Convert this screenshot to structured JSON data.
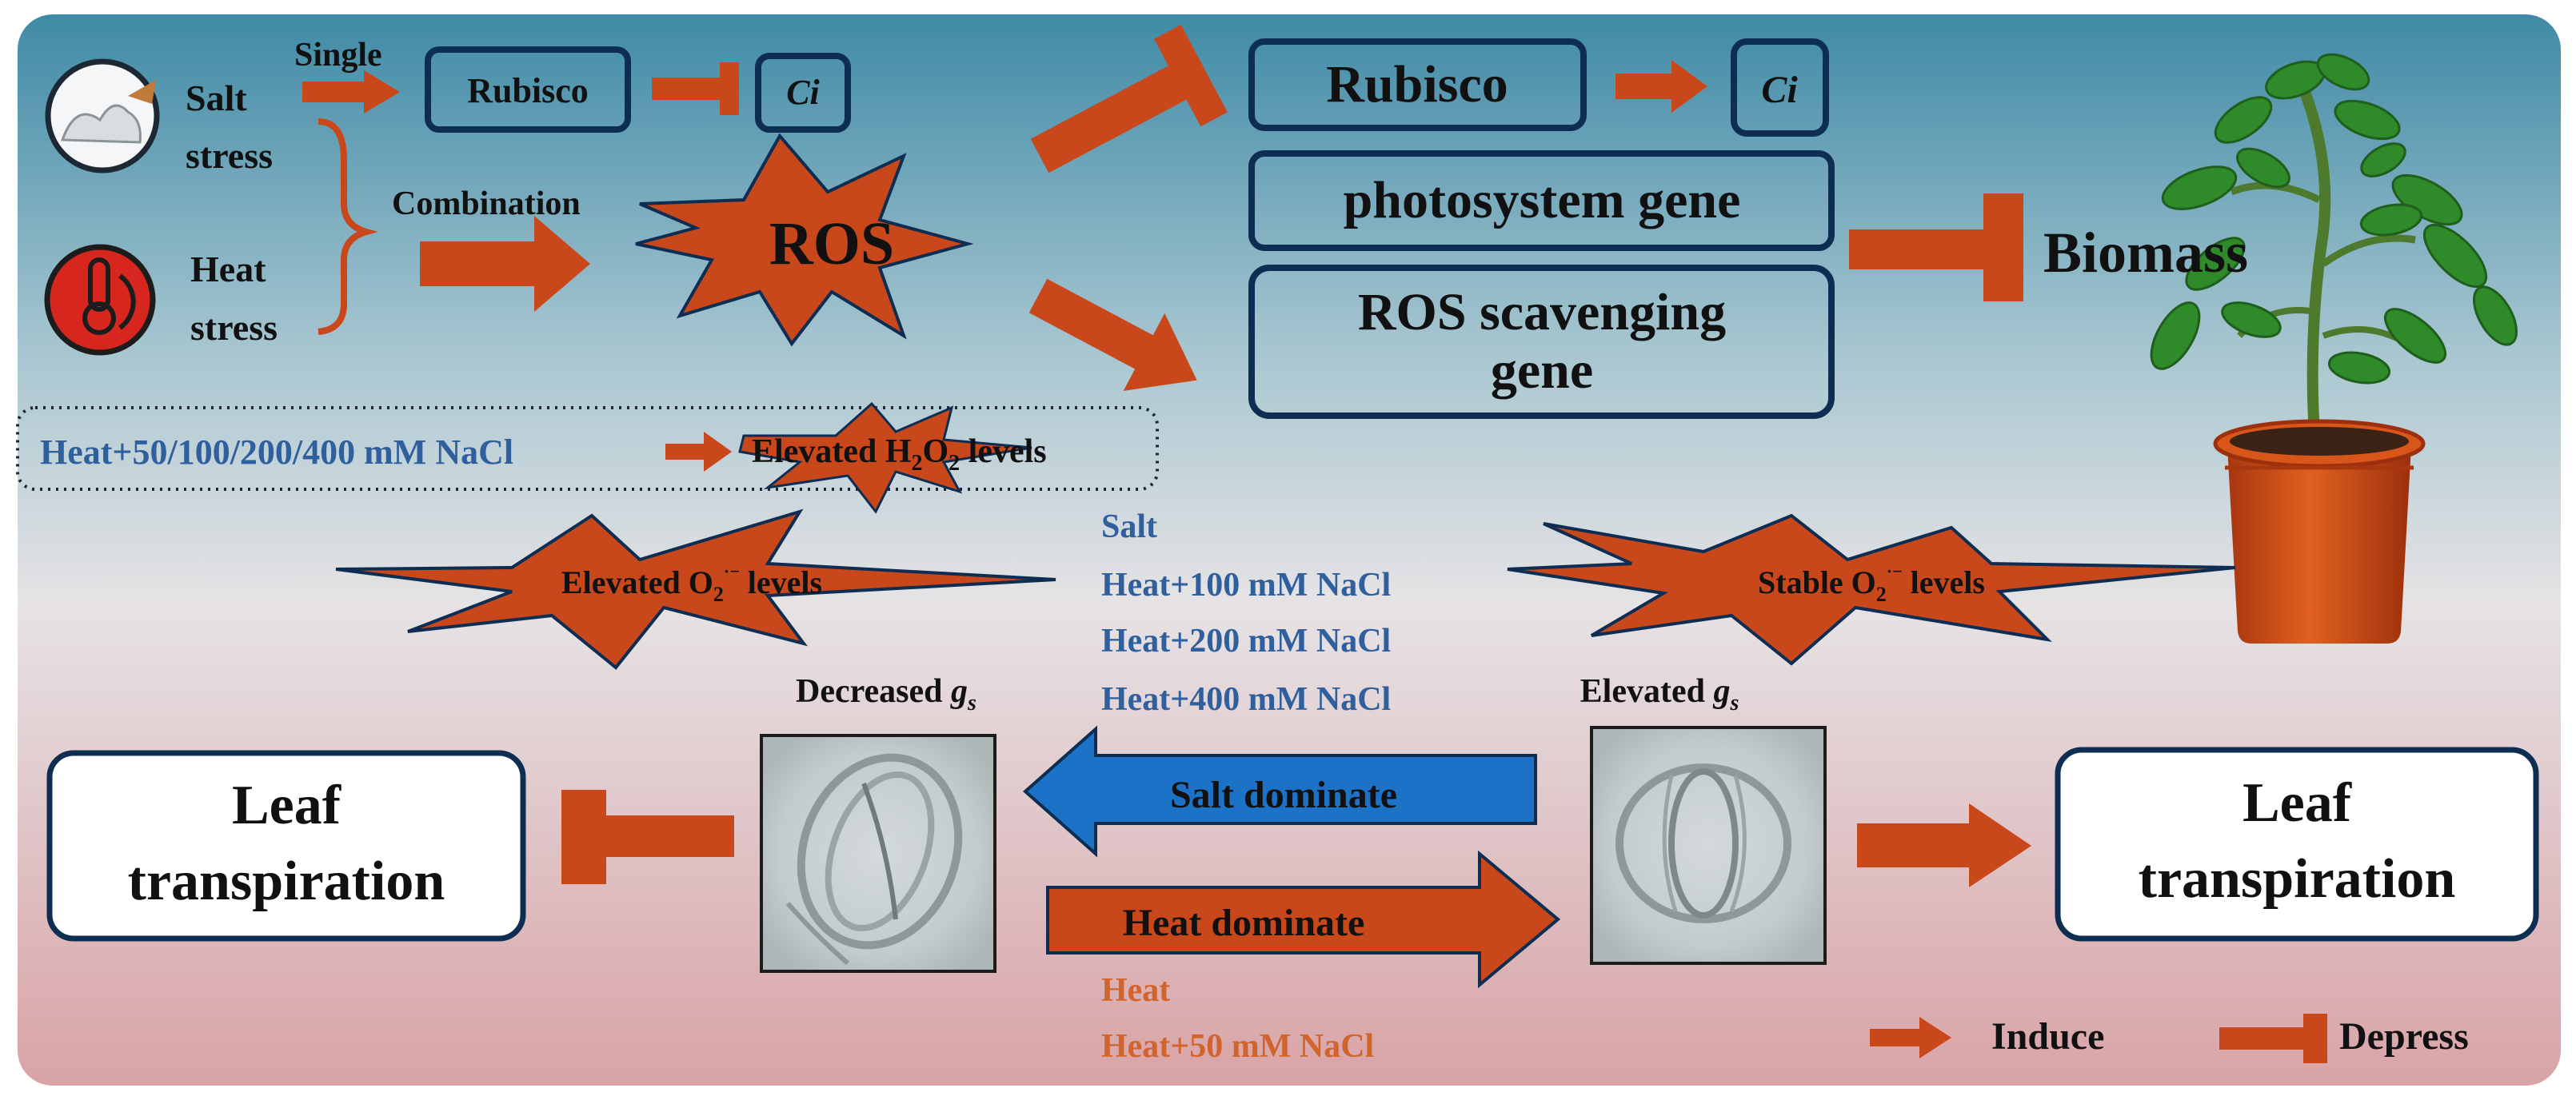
{
  "stress": {
    "salt_label_1": "Salt",
    "salt_label_2": "stress",
    "heat_label_1": "Heat",
    "heat_label_2": "stress",
    "single_label": "Single",
    "combination_label": "Combination"
  },
  "single_path": {
    "rubisco": "Rubisco",
    "ci": "Ci"
  },
  "ros": {
    "label": "ROS"
  },
  "combined_path": {
    "rubisco": "Rubisco",
    "ci": "Ci",
    "photosystem": "photosystem gene",
    "ros_scavenging_1": "ROS scavenging",
    "ros_scavenging_2": "gene",
    "biomass": "Biomass"
  },
  "h2o2_box": {
    "treatment": "Heat+50/100/200/400 mM NaCl",
    "result_prefix": "Elevated H",
    "sub1": "2",
    "mid": "O",
    "sub2": "2",
    "suffix": " levels"
  },
  "o2_left": {
    "prefix": "Elevated O",
    "sub": "2",
    "sup": "·−",
    "suffix": " levels"
  },
  "o2_right": {
    "prefix": "Stable O",
    "sub": "2",
    "sup": "·−",
    "suffix": " levels"
  },
  "salt_treatments": [
    "Salt",
    "Heat+100 mM NaCl",
    "Heat+200 mM NaCl",
    "Heat+400 mM NaCl"
  ],
  "heat_treatments": [
    "Heat",
    "Heat+50 mM NaCl"
  ],
  "stomata": {
    "left_label": "Decreased ",
    "right_label": "Elevated ",
    "gs": "g",
    "gs_sub": "s"
  },
  "dominance": {
    "salt": "Salt dominate",
    "heat": "Heat dominate"
  },
  "transpiration": {
    "left_1": "Leaf",
    "left_2": "transpiration",
    "right_1": "Leaf",
    "right_2": "transpiration"
  },
  "legend": {
    "induce": "Induce",
    "depress": "Depress"
  },
  "colors": {
    "arrow_orange": "#c8481c",
    "box_navy": "#0d2d52",
    "text_blue": "#2f5f9c",
    "text_orange": "#d0642c",
    "salt_arrow_blue": "#1b72c6"
  }
}
